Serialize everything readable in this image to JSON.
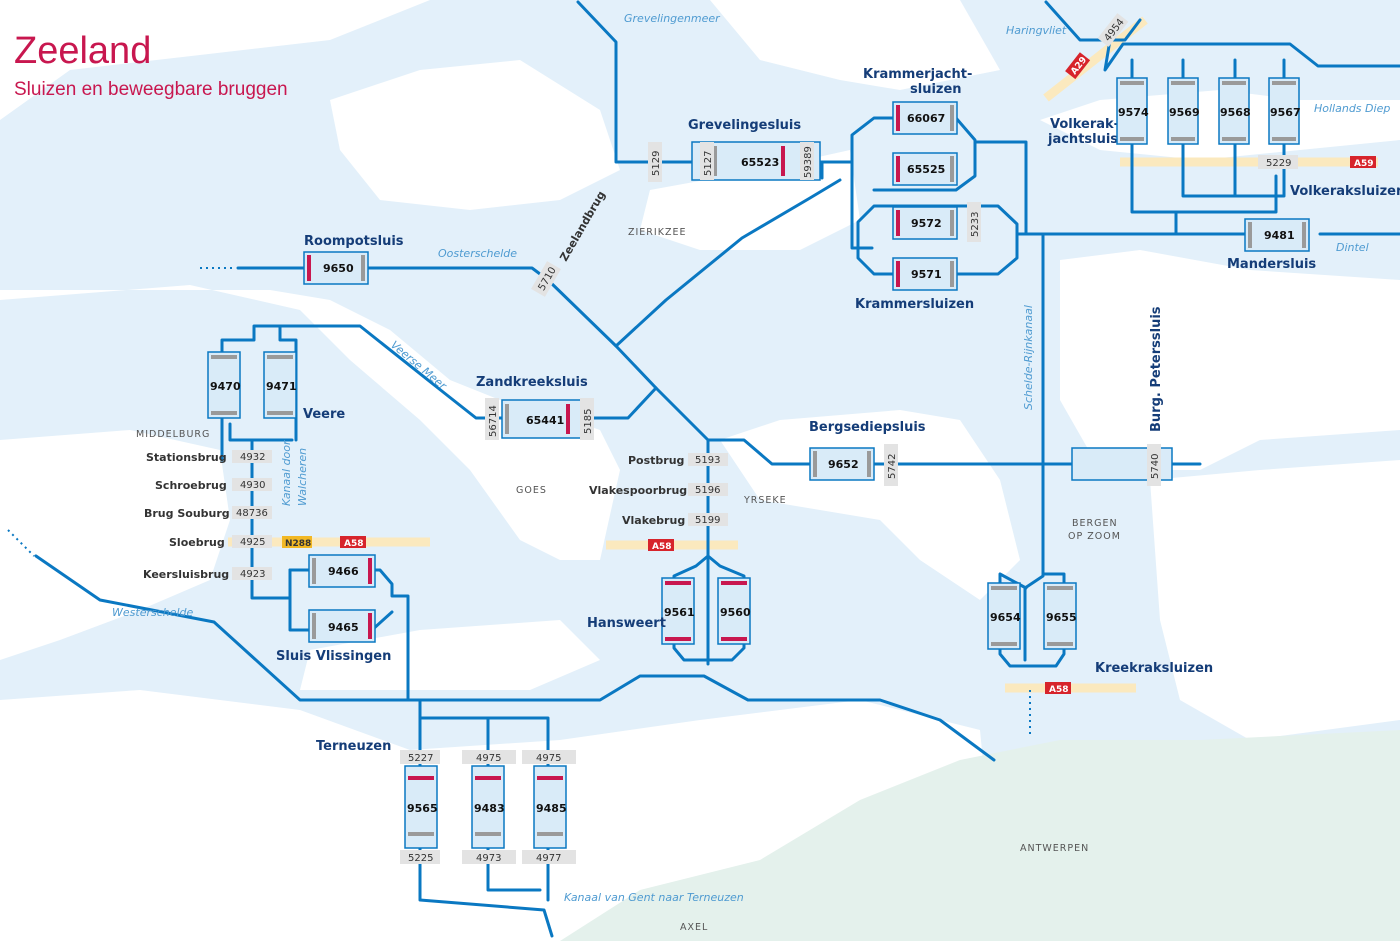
{
  "header": {
    "title": "Zeeland",
    "subtitle": "Sluizen en beweegbare bruggen"
  },
  "waters": {
    "grevelingenmeer": "Grevelingenmeer",
    "haringvliet": "Haringvliet",
    "hollands_diep": "Hollands Diep",
    "dintel": "Dintel",
    "oosterschelde": "Oosterschelde",
    "veerse_meer": "Veerse Meer",
    "kanaal_walcheren": "Kanaal door Walcheren",
    "westerschelde": "Westerschelde",
    "schelde_rijnkanaal": "Schelde-Rijnkanaal",
    "kanaal_gent": "Kanaal van Gent naar Terneuzen"
  },
  "cities": {
    "zierikzee": "ZIERIKZEE",
    "middelburg": "MIDDELBURG",
    "goes": "GOES",
    "yerseke": "YRSEKE",
    "bergen_1": "BERGEN",
    "bergen_2": "OP ZOOM",
    "antwerpen": "ANTWERPEN",
    "axel": "AXEL"
  },
  "locks": {
    "roompotsluis": {
      "name": "Roompotsluis",
      "num": "9650"
    },
    "grevelingensluis": {
      "name": "Grevelingesluis",
      "num": "65523"
    },
    "krammerjacht": {
      "name1": "Krammerjacht-",
      "name2": "sluizen",
      "num_a": "66067",
      "num_b": "65525"
    },
    "krammersluizen": {
      "name": "Krammersluizen",
      "num_a": "9572",
      "num_b": "9571"
    },
    "volkerakjacht": {
      "name1": "Volkerak-",
      "name2": "jachtsluis",
      "num": "9574"
    },
    "volkeraksluizen": {
      "name": "Volkeraksluizen",
      "nums": [
        "9569",
        "9568",
        "9567"
      ]
    },
    "mandersluis": {
      "name": "Mandersluis",
      "num": "9481"
    },
    "veere": {
      "name": "Veere",
      "num_a": "9470",
      "num_b": "9471"
    },
    "zandkreeksluis": {
      "name": "Zandkreeksluis",
      "num": "65441"
    },
    "bergsediepsluis": {
      "name": "Bergsediepsluis",
      "num": "9652"
    },
    "burg_peterssluis": {
      "name": "Burg. Peterssluis"
    },
    "sluis_vlissingen": {
      "name": "Sluis Vlissingen",
      "num_a": "9466",
      "num_b": "9465"
    },
    "hansweert": {
      "name": "Hansweert",
      "num_a": "9561",
      "num_b": "9560"
    },
    "kreekraksluizen": {
      "name": "Kreekraksluizen",
      "num_a": "9654",
      "num_b": "9655"
    },
    "terneuzen": {
      "name": "Terneuzen",
      "nums": [
        "9565",
        "9483",
        "9485"
      ]
    }
  },
  "bridges": {
    "zeelandbrug": {
      "name": "Zeelandbrug",
      "num": "5710"
    },
    "b4954": "4954",
    "b5129": "5129",
    "b5127": "5127",
    "b59389": "59389",
    "b5233": "5233",
    "b5229": "5229",
    "b56714": "56714",
    "b5185": "5185",
    "b5742": "5742",
    "b5740": "5740",
    "stationsbrug": {
      "name": "Stationsbrug",
      "num": "4932"
    },
    "schroebrug": {
      "name": "Schroebrug",
      "num": "4930"
    },
    "brug_souburg": {
      "name": "Brug Souburg",
      "num": "48736"
    },
    "sloebrug": {
      "name": "Sloebrug",
      "num": "4925"
    },
    "keersluisbrug": {
      "name": "Keersluisbrug",
      "num": "4923"
    },
    "postbrug": {
      "name": "Postbrug",
      "num": "5193"
    },
    "vlakespoorbrug": {
      "name": "Vlakespoorbrug",
      "num": "5196"
    },
    "vlakebrug": {
      "name": "Vlakebrug",
      "num": "5199"
    },
    "terneuzen_top": [
      "5227",
      "4975",
      "4975"
    ],
    "terneuzen_bottom": [
      "5225",
      "4973",
      "4977"
    ]
  },
  "roads": {
    "a29": "A29",
    "a59": "A59",
    "a58_sloe": "A58",
    "n288": "N288",
    "a58_vlake": "A58",
    "a58_kreekrak": "A58"
  },
  "colors": {
    "waterway": "#0a78c2",
    "water_area": "#e3f0fa",
    "land_belgium": "#e4f1ec",
    "title": "#c8174f",
    "lock_label": "#153d78",
    "gate_closed": "#c8174f",
    "gate_open": "#9a9a9a",
    "road_band": "#fbe9be",
    "road_shield": "#d7242b",
    "n_road_shield": "#f2b824"
  }
}
